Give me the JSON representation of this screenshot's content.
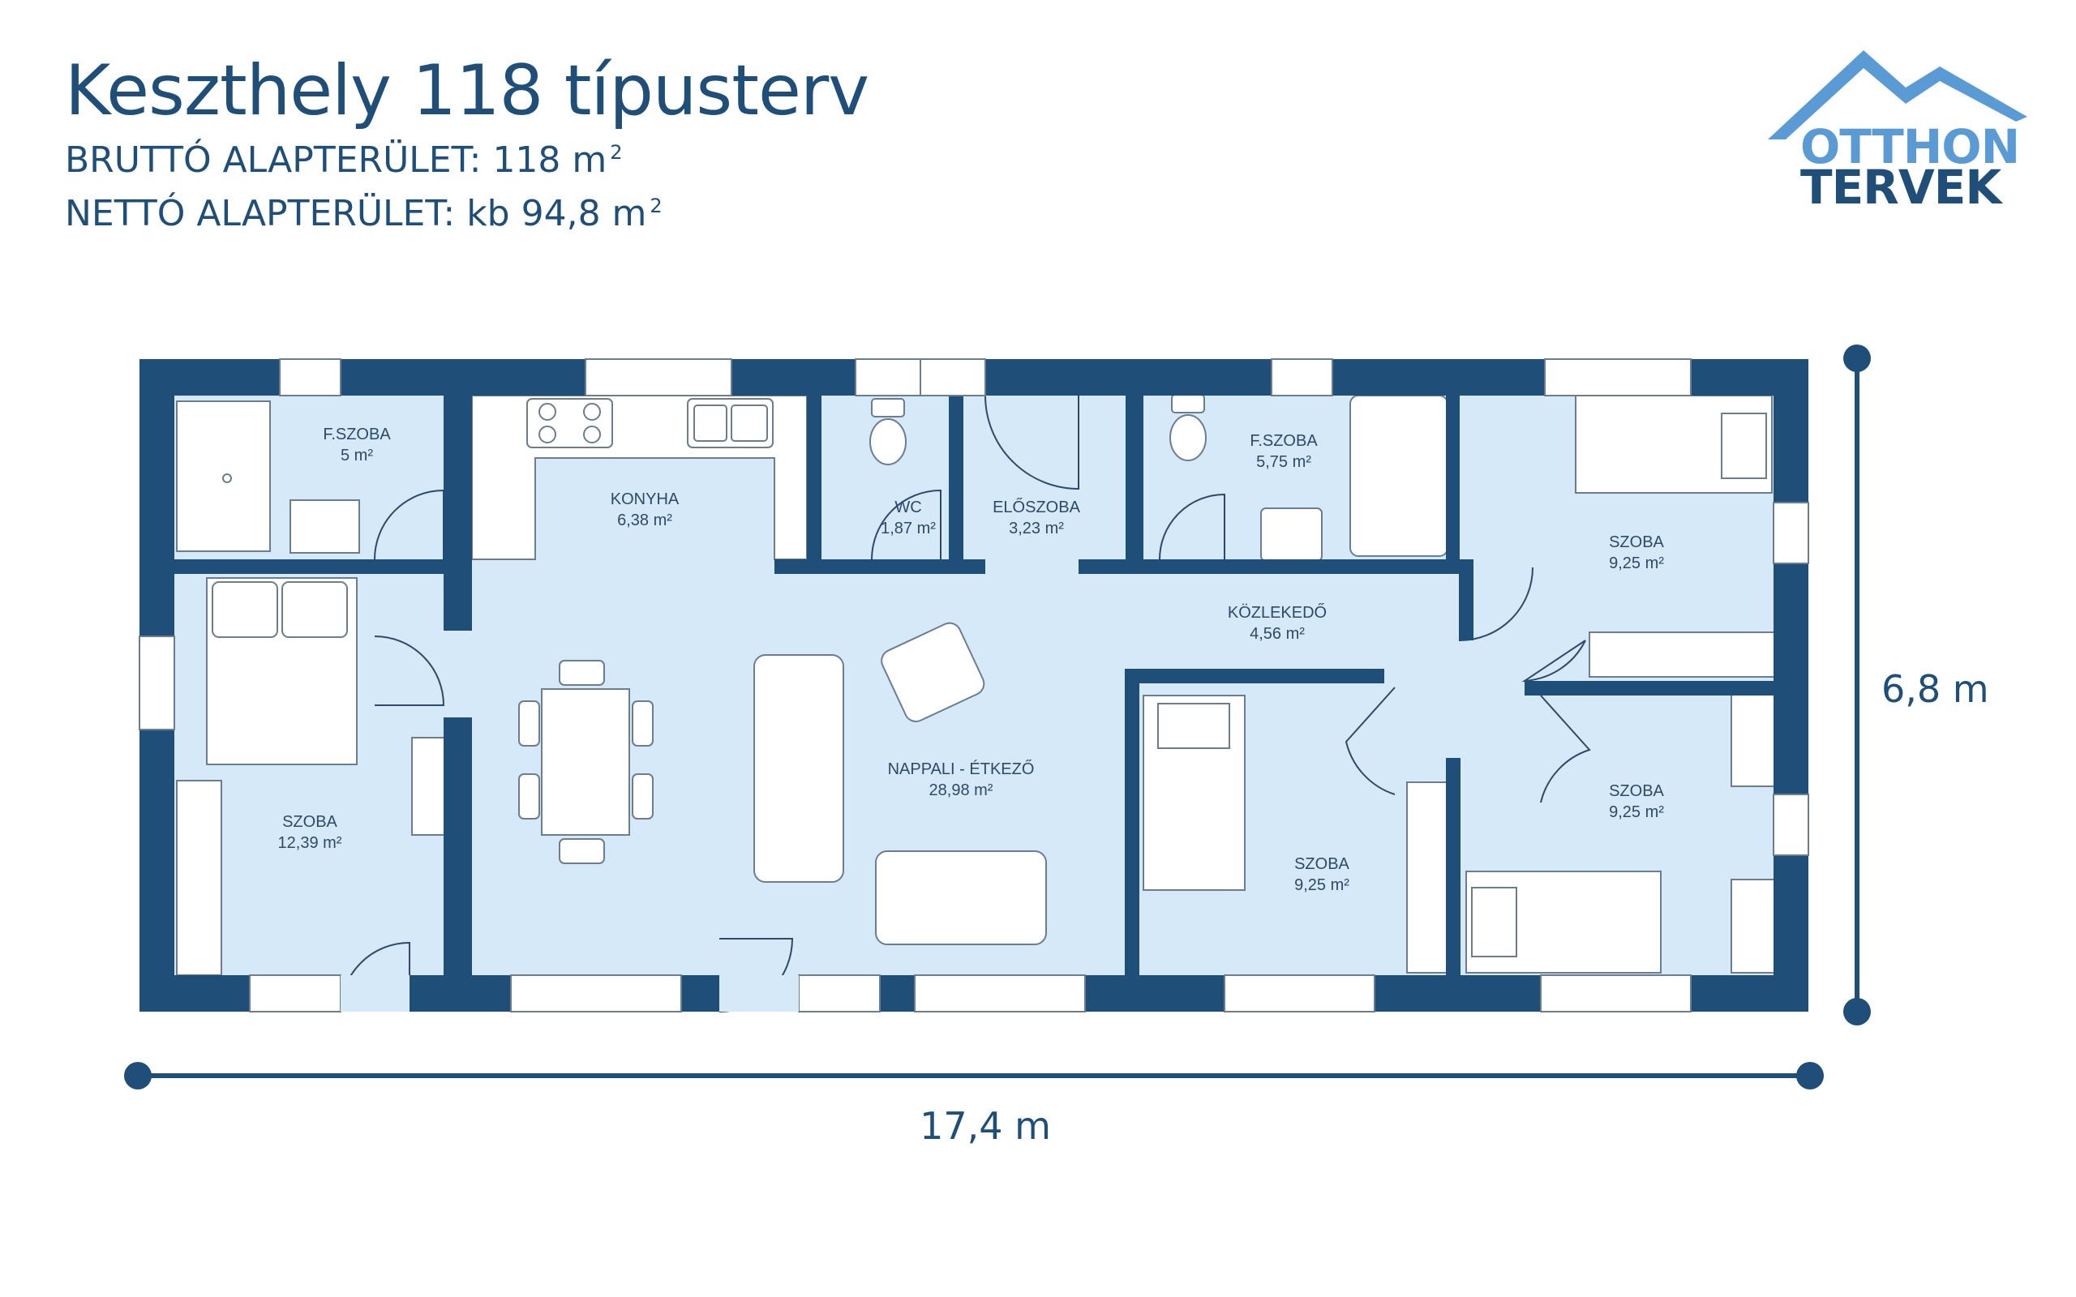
{
  "header": {
    "title": "Keszthely 118 típusterv",
    "gross_area": "BRUTTÓ ALAPTERÜLET: 118 m",
    "net_area": "NETTÓ ALAPTERÜLET: kb 94,8 m",
    "area_superscript": "2"
  },
  "logo": {
    "line1": "OTTHON",
    "line2": "TERVEK",
    "icon": "mountain-icon"
  },
  "dimensions": {
    "width": "17,4 m",
    "depth": "6,8 m"
  },
  "rooms": {
    "f_szoba_1": {
      "name": "F.SZOBA",
      "area": "5 m²"
    },
    "konyha": {
      "name": "KONYHA",
      "area": "6,38 m²"
    },
    "wc": {
      "name": "WC",
      "area": "1,87 m²"
    },
    "eloszoba": {
      "name": "ELŐSZOBA",
      "area": "3,23 m²"
    },
    "f_szoba_2": {
      "name": "F.SZOBA",
      "area": "5,75 m²"
    },
    "szoba_ne": {
      "name": "SZOBA",
      "area": "9,25 m²"
    },
    "kozlekedo": {
      "name": "KÖZLEKEDŐ",
      "area": "4,56 m²"
    },
    "szoba_w": {
      "name": "SZOBA",
      "area": "12,39 m²"
    },
    "nappali": {
      "name": "NAPPALI - ÉTKEZŐ",
      "area": "28,98 m²"
    },
    "szoba_mid": {
      "name": "SZOBA",
      "area": "9,25 m²"
    },
    "szoba_se": {
      "name": "SZOBA",
      "area": "9,25 m²"
    }
  },
  "colors": {
    "wall": "#1f4e79",
    "floor": "#d6e9f8",
    "text": "#1f4e79",
    "logo_light": "#5b9bd5"
  }
}
